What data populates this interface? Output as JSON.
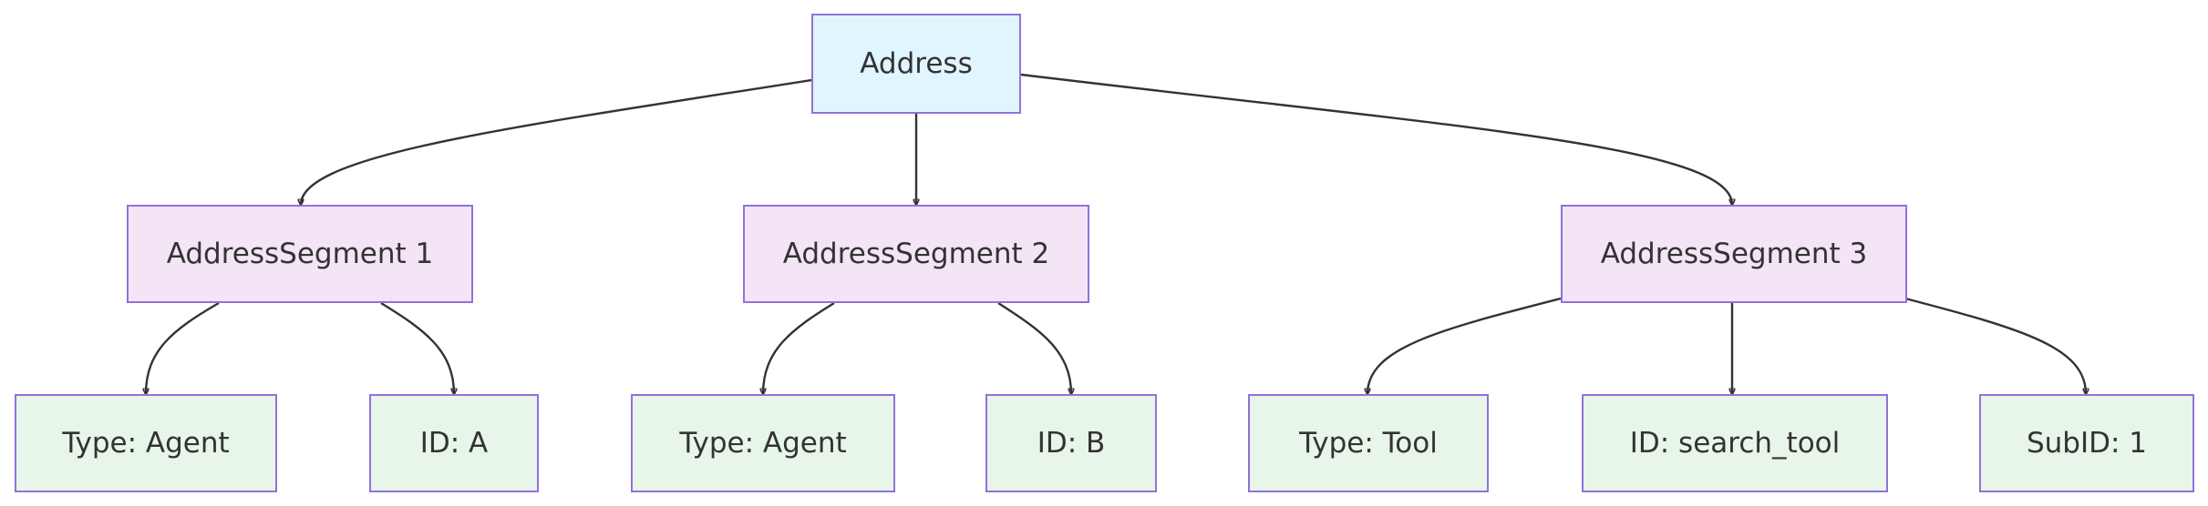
{
  "colors": {
    "root_fill": "#e1f5fe",
    "segment_fill": "#f3e5f5",
    "leaf_fill": "#e8f5e9",
    "node_border": "#9370db",
    "edge": "#333333",
    "text": "#333333"
  },
  "nodes": {
    "address": "Address",
    "segment1": "AddressSegment 1",
    "segment2": "AddressSegment 2",
    "segment3": "AddressSegment 3",
    "seg1_type": "Type: Agent",
    "seg1_id": "ID: A",
    "seg2_type": "Type: Agent",
    "seg2_id": "ID: B",
    "seg3_type": "Type: Tool",
    "seg3_id": "ID: search_tool",
    "seg3_subid": "SubID: 1"
  },
  "edges": [
    [
      "address",
      "segment1"
    ],
    [
      "address",
      "segment2"
    ],
    [
      "address",
      "segment3"
    ],
    [
      "segment1",
      "seg1_type"
    ],
    [
      "segment1",
      "seg1_id"
    ],
    [
      "segment2",
      "seg2_type"
    ],
    [
      "segment2",
      "seg2_id"
    ],
    [
      "segment3",
      "seg3_type"
    ],
    [
      "segment3",
      "seg3_id"
    ],
    [
      "segment3",
      "seg3_subid"
    ]
  ]
}
